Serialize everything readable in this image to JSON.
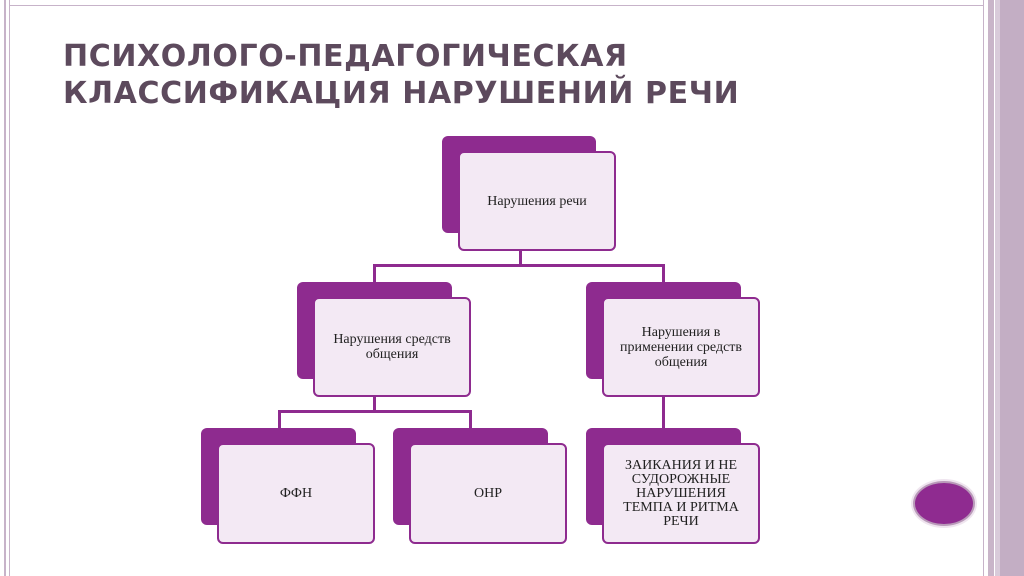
{
  "slide": {
    "title": "ПСИХОЛОГО-ПЕДАГОГИЧЕСКАЯ\nКЛАССИФИКАЦИЯ НАРУШЕНИЙ РЕЧИ"
  },
  "diagram": {
    "root": "Нарушения речи",
    "level2": [
      "Нарушения средств общения",
      "Нарушения в применении средств общения"
    ],
    "level3": [
      "ФФН",
      "ОНР",
      "заикания и не судорожные нарушения темпа и ритма речи"
    ]
  },
  "colors": {
    "accent": "#8e2b8f",
    "box_fill": "#f3e9f4",
    "title": "#5d4a5d",
    "frame": "#c7b3c9"
  }
}
